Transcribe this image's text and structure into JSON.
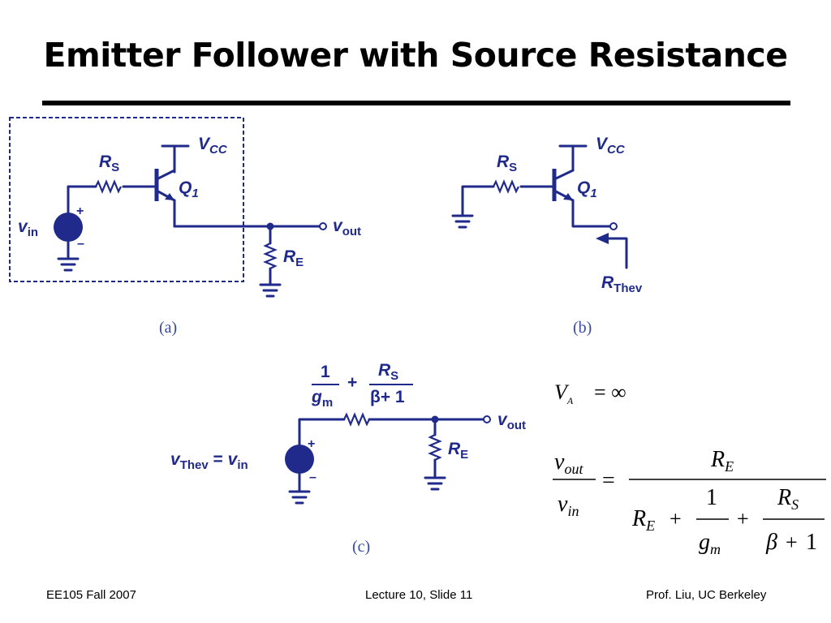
{
  "title": "Emitter Follower with Source Resistance",
  "colors": {
    "circuit": "#1f2a8a",
    "caption": "#3a4aa0",
    "text": "#000000"
  },
  "circuit_a": {
    "vcc": {
      "main": "V",
      "sub": "CC"
    },
    "rs": {
      "main": "R",
      "sub": "S"
    },
    "q1": {
      "main": "Q",
      "sub": "1"
    },
    "vin": {
      "main": "v",
      "sub": "in"
    },
    "vout": {
      "main": "v",
      "sub": "out"
    },
    "re": {
      "main": "R",
      "sub": "E"
    },
    "plus": "+",
    "minus": "–",
    "caption": "(a)"
  },
  "circuit_b": {
    "vcc": {
      "main": "V",
      "sub": "CC"
    },
    "rs": {
      "main": "R",
      "sub": "S"
    },
    "q1": {
      "main": "Q",
      "sub": "1"
    },
    "rthev": {
      "main": "R",
      "sub": "Thev"
    },
    "caption": "(b)"
  },
  "circuit_c": {
    "frac1": {
      "num": "1",
      "den_main": "g",
      "den_sub": "m"
    },
    "plus": "+",
    "frac2": {
      "num_main": "R",
      "num_sub": "S",
      "den": "β+ 1"
    },
    "vthev": {
      "main": "v",
      "sub": "Thev",
      "equals": " = ",
      "rhs_main": "v",
      "rhs_sub": "in"
    },
    "vout": {
      "main": "v",
      "sub": "out"
    },
    "re": {
      "main": "R",
      "sub": "E"
    },
    "src_plus": "+",
    "src_minus": "–",
    "caption": "(c)"
  },
  "equations": {
    "va": {
      "lhs": "V",
      "sub": "A",
      "rhs": "= ∞"
    },
    "gain": {
      "lhs_num": {
        "main": "v",
        "sub": "out"
      },
      "lhs_den": {
        "main": "v",
        "sub": "in"
      },
      "equals": "=",
      "rhs_num": {
        "main": "R",
        "sub": "E"
      },
      "rhs_den_re": {
        "main": "R",
        "sub": "E"
      },
      "plus1": "+",
      "one": "1",
      "gm": {
        "main": "g",
        "sub": "m"
      },
      "plus2": "+",
      "rs": {
        "main": "R",
        "sub": "S"
      },
      "beta": "β",
      "plus3": "+",
      "beta_one": "1"
    }
  },
  "footer": {
    "left": "EE105 Fall 2007",
    "center": "Lecture 10, Slide 11",
    "right": "Prof. Liu, UC Berkeley"
  }
}
